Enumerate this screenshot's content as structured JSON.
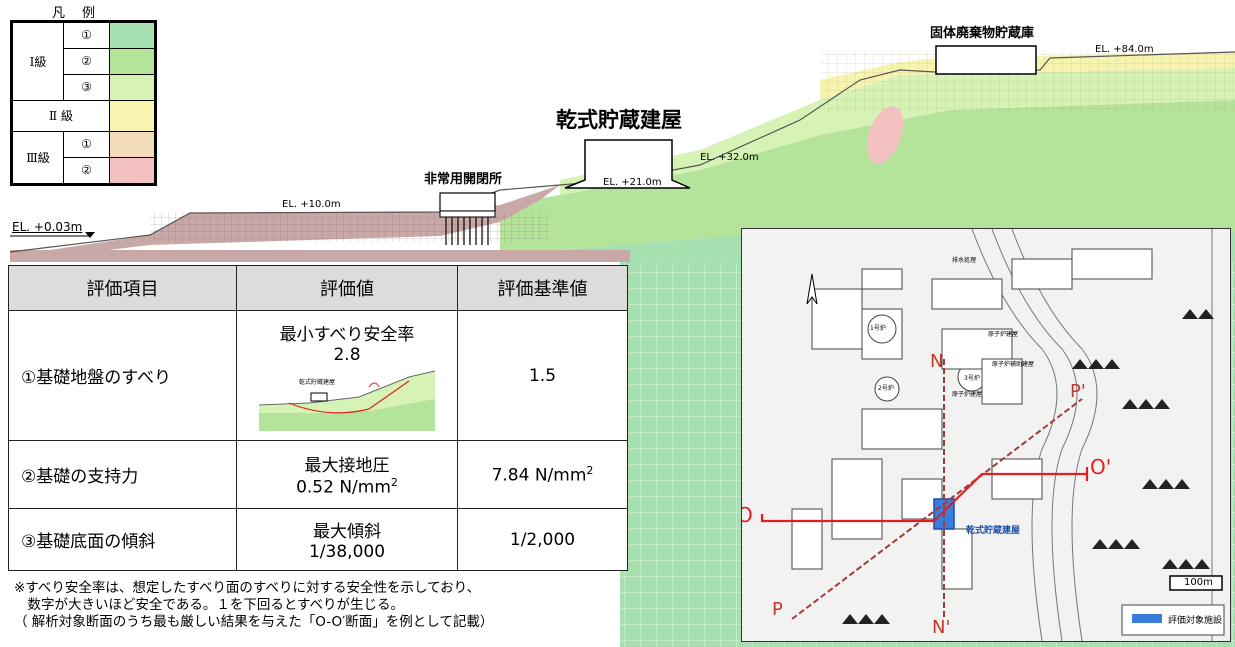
{
  "legend": {
    "title": "凡　例",
    "class1": "Ⅰ級",
    "class2": "Ⅱ 級",
    "class3": "Ⅲ級",
    "sub": [
      "①",
      "②",
      "③"
    ],
    "colors": [
      "#a6e0b0",
      "#b4e39a",
      "#d6f2b4",
      "#f7f4b0",
      "#f5dcbb",
      "#f4c1c1"
    ]
  },
  "section": {
    "buildings": {
      "waste": "固体廃棄物貯蔵庫",
      "dry_storage": "乾式貯蔵建屋",
      "switchyard": "非常用開閉所"
    },
    "elevations": {
      "el84": "EL. +84.0m",
      "el32": "EL. +32.0m",
      "el21": "EL. +21.0m",
      "el10": "EL. +10.0m",
      "el003": "EL. +0.03m"
    }
  },
  "table": {
    "headers": [
      "評価項目",
      "評価値",
      "評価基準値"
    ],
    "rows": [
      {
        "item": "①基礎地盤のすべり",
        "value_line1": "最小すべり安全率",
        "value_line2": "2.8",
        "inset_label": "乾式貯蔵建屋",
        "criterion": "1.5"
      },
      {
        "item": "②基礎の支持力",
        "value_line1": "最大接地圧",
        "value_line2": "0.52 N/mm",
        "value_sup": "2",
        "criterion": "7.84 N/mm",
        "criterion_sup": "2"
      },
      {
        "item": "③基礎底面の傾斜",
        "value_line1": "最大傾斜",
        "value_line2": "1/38,000",
        "criterion": "1/2,000"
      }
    ]
  },
  "footnote": [
    "※すべり安全率は、想定したすべり面のすべりに対する安全性を示しており、",
    "　数字が大きいほど安全である。１を下回るとすべりが生じる。",
    "（ 解析対象断面のうち最も厳しい結果を与えた「O-O′断面」を例として記載）"
  ],
  "map": {
    "section_labels": {
      "N": "N",
      "N_prime": "N'",
      "P": "P",
      "P_prime": "P'",
      "O": "O",
      "O_prime": "O'"
    },
    "target_label": "乾式貯蔵建屋",
    "scale": "100m",
    "legend_text": "評価対象施設",
    "small_labels": [
      "1号炉",
      "2号炉",
      "3号炉",
      "原子炉建屋",
      "原子炉補助建屋",
      "原子炉建屋",
      "排水処理"
    ]
  }
}
